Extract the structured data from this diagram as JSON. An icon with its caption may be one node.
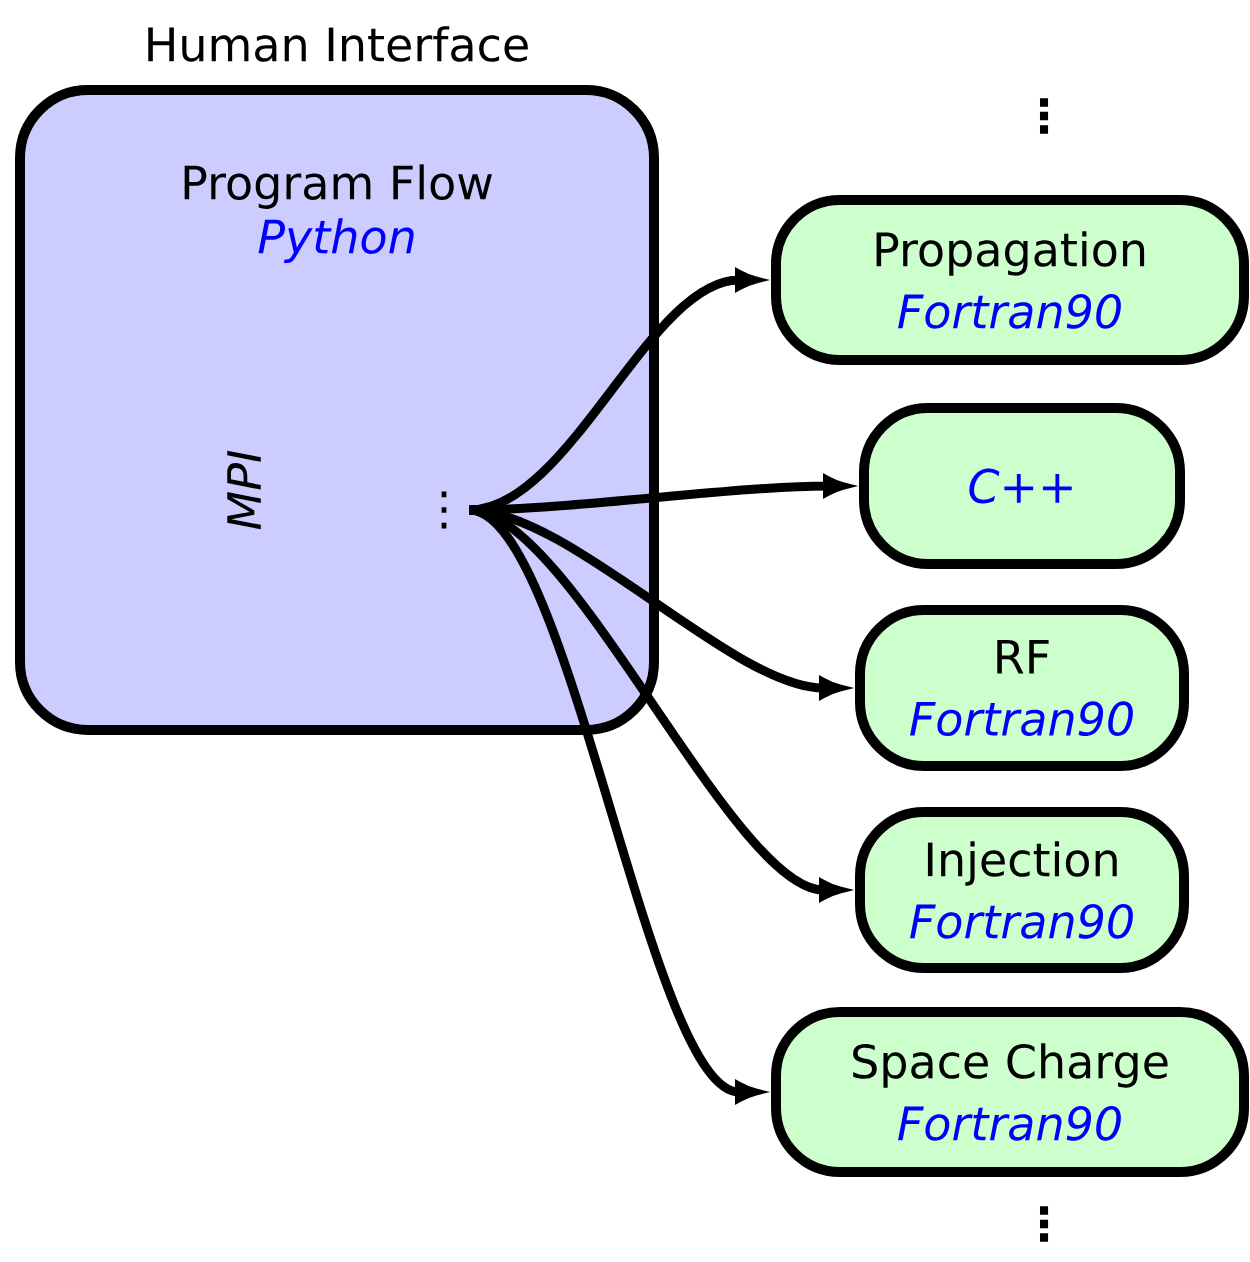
{
  "diagram": {
    "nodes": [
      {
        "text": [
          "Human Interface",
          "Program Flow",
          "Python"
        ]
      },
      {
        "text": [
          "⋮"
        ],
        "in": 0
      },
      {
        "text": [
          "Propagation",
          "Fortran90"
        ]
      },
      {
        "text": [
          "C++"
        ]
      },
      {
        "text": [
          "RF",
          "Fortran90"
        ]
      },
      {
        "text": [
          "Injection",
          "Fortran90"
        ]
      },
      {
        "text": [
          "Space Charge",
          "Fortran90"
        ]
      }
    ],
    "edges": [
      {
        "from": 1,
        "to": 2,
        "arrow": "to"
      },
      {
        "from": 1,
        "to": 3,
        "arrow": "to"
      },
      {
        "from": 1,
        "to": 4,
        "arrow": "to"
      },
      {
        "from": 1,
        "to": 5,
        "arrow": "to"
      },
      {
        "from": 1,
        "to": 6,
        "arrow": "to"
      }
    ],
    "labels": [
      "MPI",
      "⋮",
      "⋮"
    ]
  }
}
